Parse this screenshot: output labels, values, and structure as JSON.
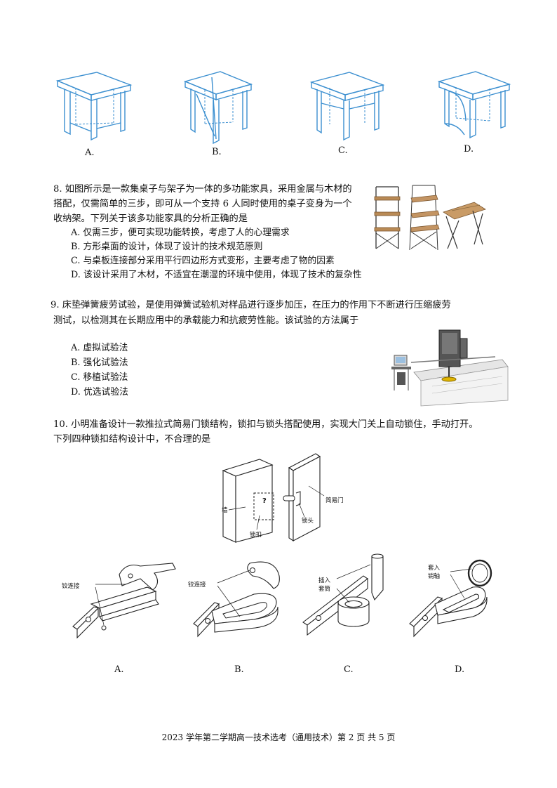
{
  "q7": {
    "option_labels": [
      "A.",
      "B.",
      "C.",
      "D."
    ]
  },
  "q8": {
    "lines": [
      "8. 如图所示是一款集桌子与架子为一体的多功能家具，采用金属与木材的",
      "搭配，仅需简单的三步，即可从一个支持 6 人同时使用的桌子变身为一个",
      "收纳架。下列关于该多功能家具的分析正确的是"
    ],
    "options": [
      "A. 仅需三步，便可实现功能转换，考虑了人的心理需求",
      "B. 方形桌面的设计，体现了设计的技术规范原则",
      "C. 与桌板连接部分采用平行四边形方式变形，主要考虑了物的因素",
      "D. 该设计采用了木材，不适宜在潮湿的环境中使用，体现了技术的复杂性"
    ]
  },
  "q9": {
    "lines": [
      "9.  床垫弹簧疲劳试验，是使用弹簧试验机对样品进行逐步加压，在压力的作用下不断进行压缩疲劳",
      "测试，以检测其在长期应用中的承载能力和抗疲劳性能。该试验的方法属于"
    ],
    "options": [
      "A. 虚拟试验法",
      "B. 强化试验法",
      "C. 移植试验法",
      "D. 优选试验法"
    ]
  },
  "q10": {
    "lines": [
      "10.   小明准备设计一款推拉式简易门锁结构，锁扣与锁头搭配使用，实现大门关上自动锁住，手动打开。",
      "下列四种锁扣结构设计中，不合理的是"
    ],
    "diagram_labels": {
      "wall": "墙",
      "lock_buckle": "锁扣",
      "lock_head": "锁头",
      "door": "简易门",
      "question": "?"
    },
    "option_callouts": {
      "a": "铰连接",
      "b": "铰连接",
      "c": [
        "插入",
        "套筒"
      ],
      "d": [
        "套入",
        "销轴"
      ]
    },
    "option_labels": [
      "A.",
      "B.",
      "C.",
      "D."
    ]
  },
  "footer": "2023 学年第二学期高一技术选考（通用技术）第 2 页 共 5 页"
}
